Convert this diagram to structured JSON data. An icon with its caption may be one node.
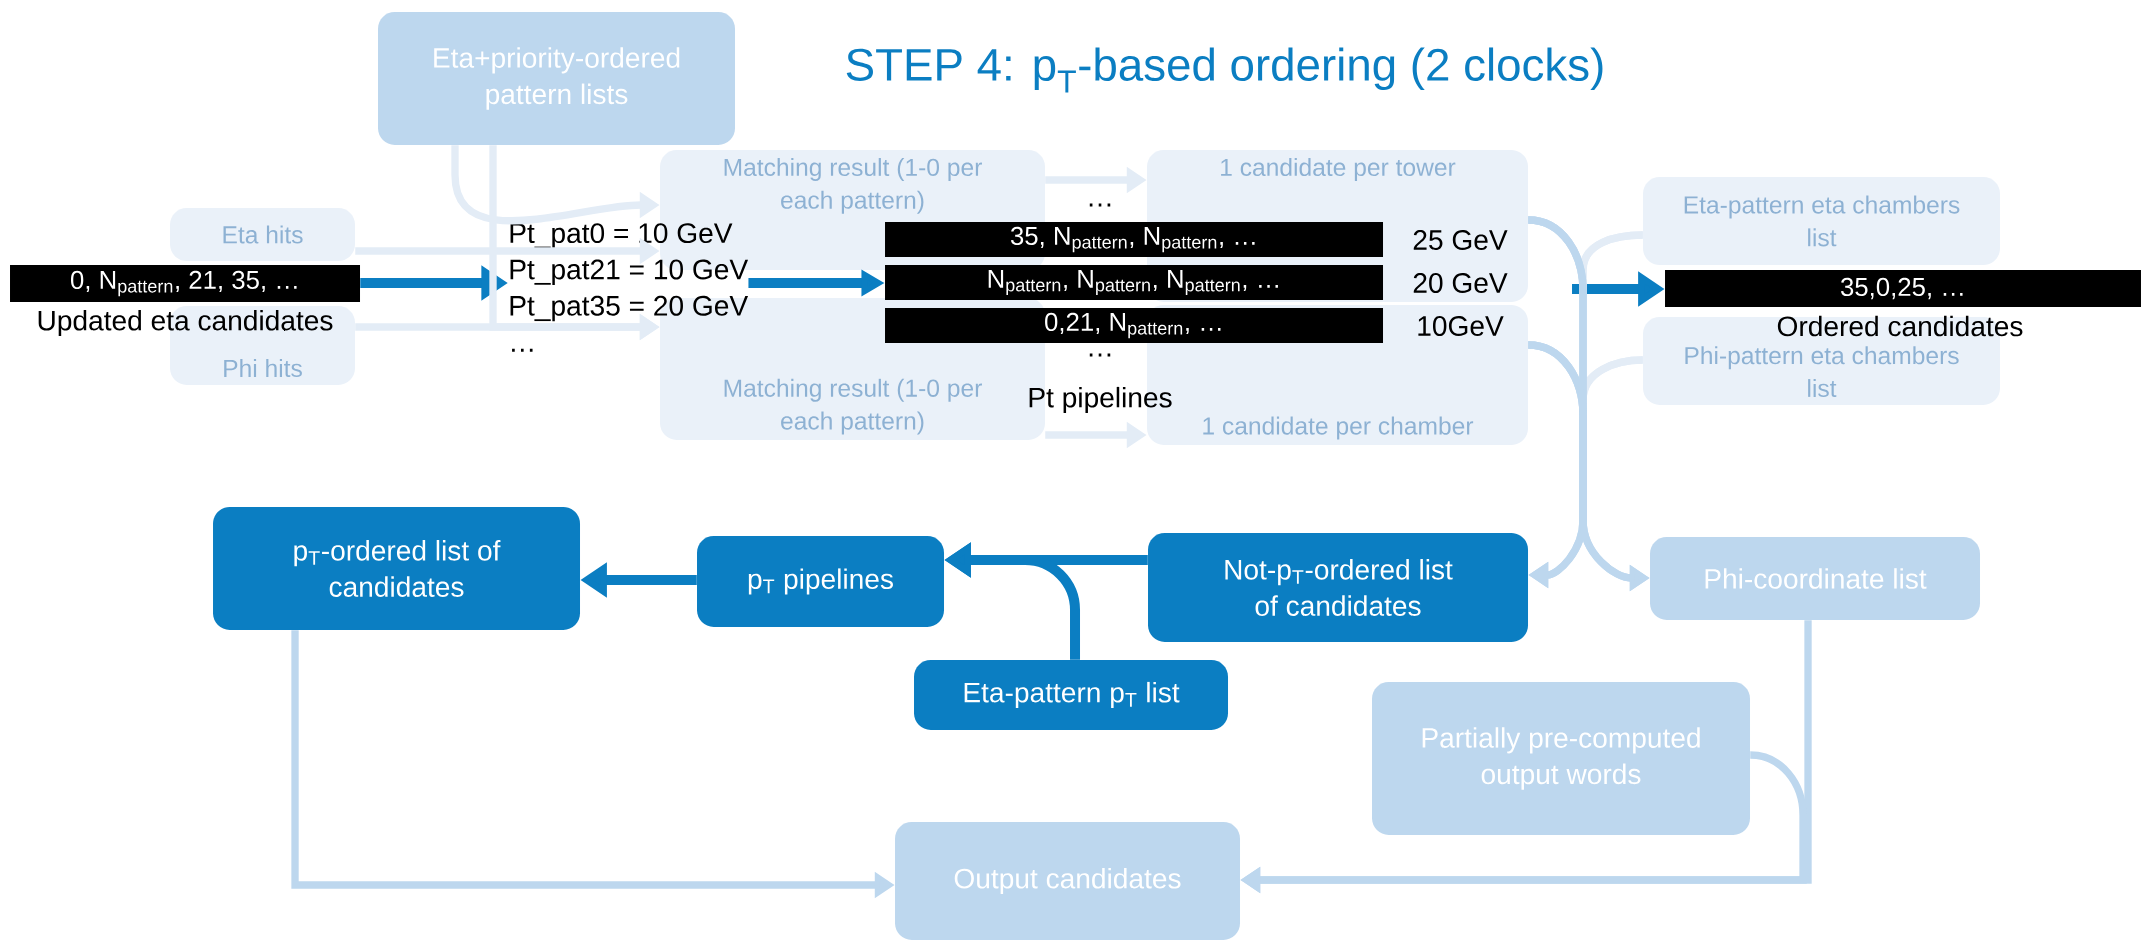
{
  "diagram": {
    "title": "STEP 4: p$_{T}$-based ordering (2 clocks)",
    "nodes": [
      {
        "text": [
          "Eta+priority-ordered pattern lists"
        ]
      },
      {
        "text": [
          "Eta hits"
        ]
      },
      {
        "text": [
          "Phi hits"
        ]
      },
      {
        "text": [
          "Matching result (1-0 per each pattern)"
        ]
      },
      {
        "text": [
          "Matching result (1-0 per each pattern)"
        ]
      },
      {
        "text": [
          "1 candidate per tower"
        ]
      },
      {
        "text": [
          "1 candidate per chamber"
        ]
      },
      {
        "text": [
          "Eta-pattern eta chambers list"
        ]
      },
      {
        "text": [
          "Phi-pattern eta chambers list"
        ]
      },
      {
        "text": [
          "Not-p$_{T}$-ordered list of candidates"
        ]
      },
      {
        "text": [
          "Phi-coordinate list"
        ]
      },
      {
        "text": [
          "p$_{T}$ pipelines"
        ]
      },
      {
        "text": [
          "p$_{T}$-ordered list of candidates"
        ]
      },
      {
        "text": [
          "Eta-pattern p$_{T}$ list"
        ]
      },
      {
        "text": [
          "Partially pre-computed output words"
        ]
      },
      {
        "text": [
          "Output candidates"
        ]
      },
      {
        "text": [
          "0, N$_{pattern}$, 21, 35, …"
        ],
        "beside": [
          "Updated eta candidates"
        ]
      },
      {
        "text": [
          "Pt_pat0 = 10 GeV",
          "Pt_pat21 = 10 GeV",
          "Pt_pat35 = 20 GeV",
          "…"
        ]
      },
      {
        "text": [
          "35, N$_{pattern}$, N$_{pattern}$, …"
        ]
      },
      {
        "text": [
          "N$_{pattern}$, N$_{pattern}$, N$_{pattern}$, …"
        ]
      },
      {
        "text": [
          "0,21, N$_{pattern}$, …"
        ]
      },
      {
        "text": [
          "35,0,25, …"
        ],
        "beside": [
          "Ordered candidates"
        ]
      }
    ],
    "edges": [
      {
        "from": 16,
        "to": 17,
        "arrow": "to",
        "color": "#0b7ec2"
      },
      {
        "from": 17,
        "to": 19,
        "arrow": "to",
        "color": "#0b7ec2"
      },
      {
        "from": null,
        "to": 21,
        "arrow": "to",
        "color": "#0b7ec2"
      },
      {
        "from": 0,
        "to": 3,
        "arrow": "to"
      },
      {
        "from": 0,
        "to": 4,
        "arrow": "to"
      },
      {
        "from": 1,
        "to": 3,
        "arrow": "to"
      },
      {
        "from": 2,
        "to": 4,
        "arrow": "to"
      },
      {
        "from": 3,
        "to": 5,
        "arrow": "to"
      },
      {
        "from": 4,
        "to": 6,
        "arrow": "to"
      },
      {
        "from": 5,
        "to": 7,
        "arrow": "none"
      },
      {
        "from": 6,
        "to": 7,
        "arrow": "none"
      },
      {
        "from": 5,
        "to": 8,
        "arrow": "none"
      },
      {
        "from": 6,
        "to": 8,
        "arrow": "none"
      },
      {
        "from": 5,
        "to": 9,
        "arrow": "to",
        "color": "#bdd7ee"
      },
      {
        "from": 6,
        "to": 9,
        "arrow": "to",
        "color": "#bdd7ee"
      },
      {
        "from": 5,
        "to": 10,
        "arrow": "to",
        "color": "#bdd7ee"
      },
      {
        "from": 6,
        "to": 10,
        "arrow": "to",
        "color": "#bdd7ee"
      },
      {
        "from": 9,
        "to": 11,
        "arrow": "to",
        "color": "#0b7ec2"
      },
      {
        "from": 13,
        "to": 11,
        "arrow": "to",
        "color": "#0b7ec2"
      },
      {
        "from": 11,
        "to": 12,
        "arrow": "to",
        "color": "#0b7ec2"
      },
      {
        "from": 12,
        "to": 15,
        "arrow": "to",
        "color": "#bdd7ee"
      },
      {
        "from": 10,
        "to": 15,
        "arrow": "to",
        "color": "#bdd7ee"
      },
      {
        "from": 14,
        "to": 15,
        "arrow": "to",
        "color": "#bdd7ee"
      }
    ],
    "labels": [
      "…",
      "25 GeV",
      "20 GeV",
      "10GeV",
      "…",
      "Pt pipelines"
    ]
  }
}
